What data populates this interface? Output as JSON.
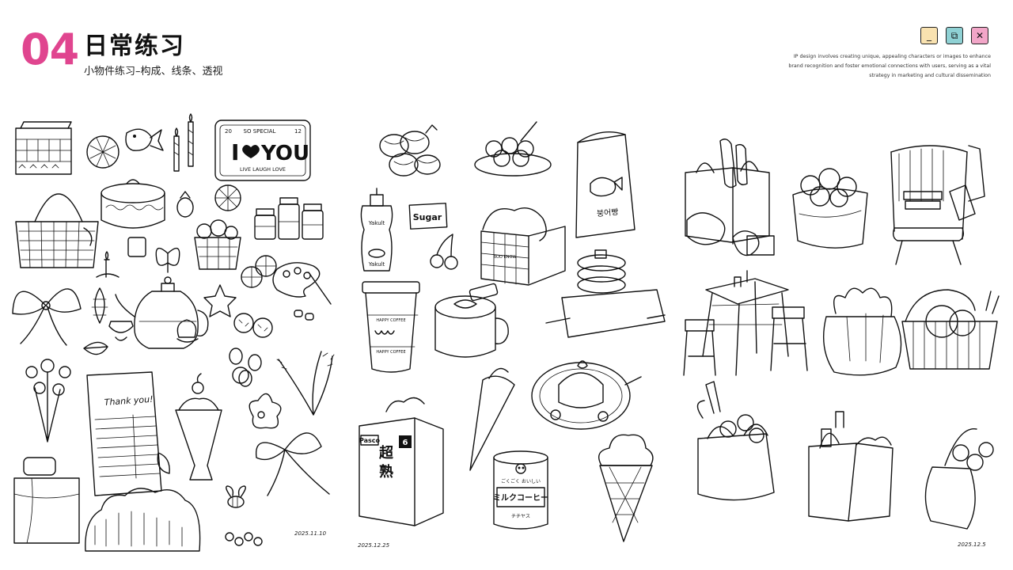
{
  "header": {
    "number": "04",
    "title": "日常练习",
    "subtitle": "小物件练习–构成、线条、透视"
  },
  "window_controls": {
    "minimize": "_",
    "maximize": "⧉",
    "close": "✕"
  },
  "description_lines": [
    "IP design involves creating unique, appealing characters or images to enhance",
    "brand recognition and foster emotional connections with users, serving as a vital",
    "strategy in marketing and cultural dissemination"
  ],
  "sketch_labels": {
    "plate_top": "SO SPECIAL",
    "plate_num_left": "20",
    "plate_num_right": "12",
    "plate_i": "I",
    "plate_you": "YOU",
    "plate_bottom": "LIVE LAUGH LOVE",
    "receipt": "Thank you!",
    "yakult": "Yakult",
    "sugar": "Sugar",
    "happy_coffee": "HAPPY COFFEE",
    "pasco": "Pasco",
    "bread_jp": "超熟",
    "bread_six": "6",
    "can_jp": "ミルクコーヒー",
    "can_small": "ごくごく おいしい",
    "can_brand": "チチヤス",
    "bag_jp": "붕어빵",
    "box_text": "BOO KNOW"
  },
  "signatures": {
    "panel1": "2025.11.10",
    "panel2": "2025.12.25",
    "panel3": "2025.12.5"
  },
  "colors": {
    "accent": "#e0458f",
    "minimize": "#f9e2b0",
    "maximize": "#8fd1d4",
    "close": "#f2a6c8"
  }
}
